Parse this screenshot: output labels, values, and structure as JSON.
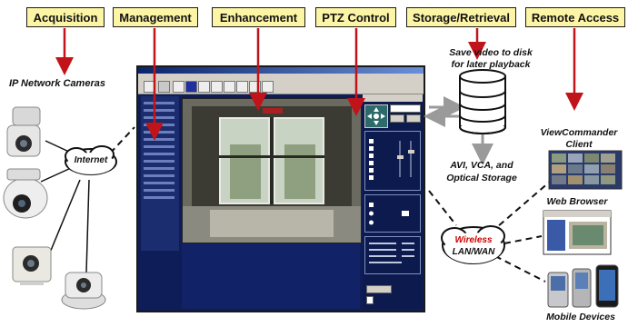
{
  "tags": {
    "acquisition": "Acquisition",
    "management": "Management",
    "enhancement": "Enhancement",
    "ptz_control": "PTZ Control",
    "storage_retrieval": "Storage/Retrieval",
    "remote_access": "Remote Access"
  },
  "labels": {
    "ip_cameras": "IP Network Cameras",
    "internet": "Internet",
    "save_video_line1": "Save video to disk",
    "save_video_line2": "for later playback",
    "storage_line1": "AVI, VCA, and",
    "storage_line2": "Optical Storage",
    "viewcommander_line1": "ViewCommander",
    "viewcommander_line2": "Client",
    "web_browser": "Web Browser",
    "wireless": "Wireless",
    "lan_wan": "LAN/WAN",
    "mobile_devices": "Mobile Devices"
  },
  "colors": {
    "tag_fill": "#fdf5a6",
    "arrow_red": "#c0141a",
    "app_background": "#0e1d57",
    "wireless_red": "#d00000"
  },
  "icons": {
    "cameras": "ip-camera-icon",
    "storage": "database-icon",
    "clouds": "cloud-icon",
    "phones": "mobile-phone-icon"
  }
}
